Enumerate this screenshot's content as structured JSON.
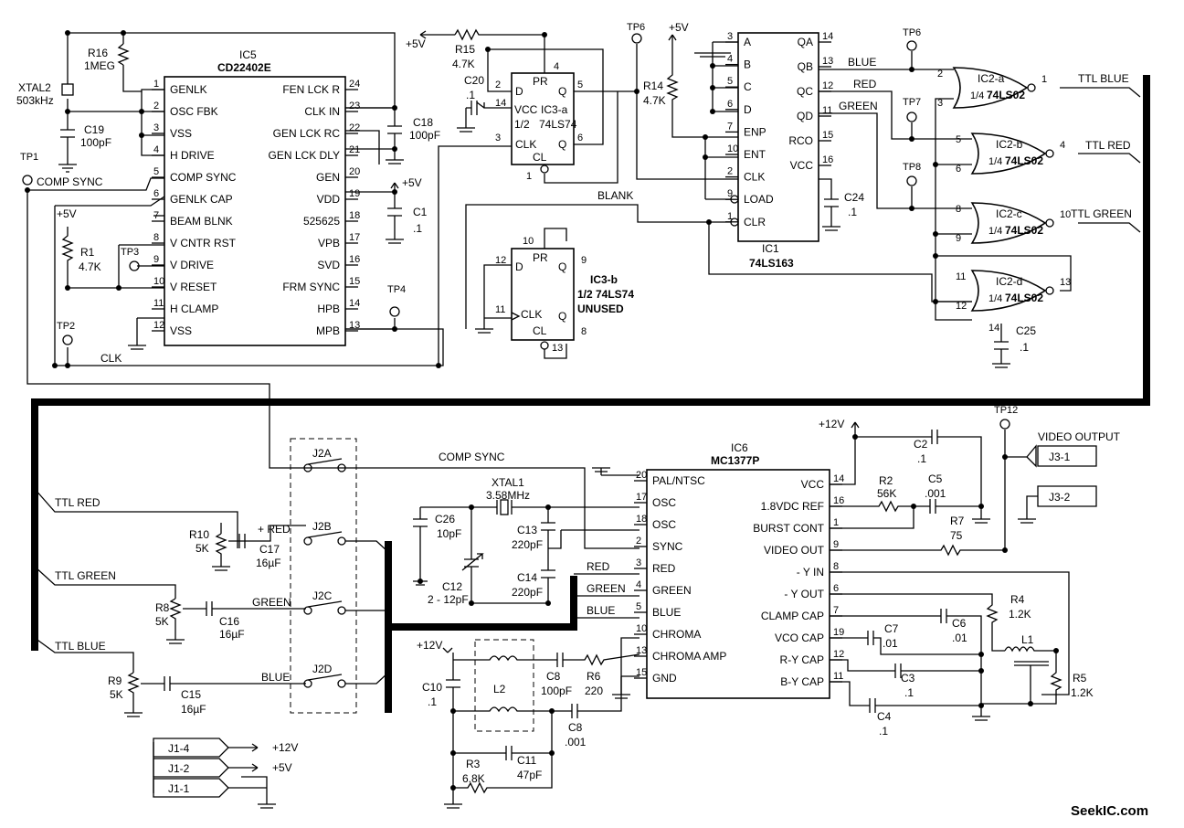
{
  "watermark": "SeekIC.com",
  "ic5": {
    "ref": "IC5",
    "part": "CD22402E",
    "left_pins": [
      {
        "n": "1",
        "l": "GENLK"
      },
      {
        "n": "2",
        "l": "OSC FBK"
      },
      {
        "n": "3",
        "l": "VSS"
      },
      {
        "n": "4",
        "l": "H DRIVE"
      },
      {
        "n": "5",
        "l": "COMP SYNC"
      },
      {
        "n": "6",
        "l": "GENLK CAP"
      },
      {
        "n": "7",
        "l": "BEAM BLNK"
      },
      {
        "n": "8",
        "l": "V CNTR RST"
      },
      {
        "n": "9",
        "l": "V DRIVE"
      },
      {
        "n": "10",
        "l": "V RESET"
      },
      {
        "n": "11",
        "l": "H CLAMP"
      },
      {
        "n": "12",
        "l": "VSS"
      }
    ],
    "right_pins": [
      {
        "n": "24",
        "l": "FEN LCK R"
      },
      {
        "n": "23",
        "l": "CLK IN"
      },
      {
        "n": "22",
        "l": "GEN LCK RC"
      },
      {
        "n": "21",
        "l": "GEN LCK DLY"
      },
      {
        "n": "20",
        "l": "GEN"
      },
      {
        "n": "19",
        "l": "VDD"
      },
      {
        "n": "18",
        "l": "525625"
      },
      {
        "n": "17",
        "l": "VPB"
      },
      {
        "n": "16",
        "l": "SVD"
      },
      {
        "n": "15",
        "l": "FRM SYNC"
      },
      {
        "n": "14",
        "l": "HPB"
      },
      {
        "n": "13",
        "l": "MPB"
      }
    ]
  },
  "ic1": {
    "ref": "IC1",
    "part": "74LS163",
    "left_pins": [
      {
        "n": "3",
        "l": "A"
      },
      {
        "n": "4",
        "l": "B"
      },
      {
        "n": "5",
        "l": "C"
      },
      {
        "n": "6",
        "l": "D"
      },
      {
        "n": "7",
        "l": "ENP"
      },
      {
        "n": "10",
        "l": "ENT"
      },
      {
        "n": "2",
        "l": "CLK"
      },
      {
        "n": "9",
        "l": "LOAD"
      },
      {
        "n": "1",
        "l": "CLR"
      }
    ],
    "right_pins": [
      {
        "n": "14",
        "l": "QA"
      },
      {
        "n": "13",
        "l": "QB"
      },
      {
        "n": "12",
        "l": "QC"
      },
      {
        "n": "11",
        "l": "QD"
      },
      {
        "n": "15",
        "l": "RCO"
      },
      {
        "n": "16",
        "l": "VCC"
      }
    ]
  },
  "ic6": {
    "ref": "IC6",
    "part": "MC1377P",
    "left_pins": [
      {
        "n": "20",
        "l": "PAL/NTSC"
      },
      {
        "n": "17",
        "l": "OSC"
      },
      {
        "n": "18",
        "l": "OSC"
      },
      {
        "n": "2",
        "l": "SYNC"
      },
      {
        "n": "3",
        "l": "RED"
      },
      {
        "n": "4",
        "l": "GREEN"
      },
      {
        "n": "5",
        "l": "BLUE"
      },
      {
        "n": "10",
        "l": "CHROMA"
      },
      {
        "n": "13",
        "l": "CHROMA AMP"
      },
      {
        "n": "15",
        "l": "GND"
      }
    ],
    "right_pins": [
      {
        "n": "14",
        "l": "VCC"
      },
      {
        "n": "16",
        "l": "1.8VDC REF"
      },
      {
        "n": "1",
        "l": "BURST CONT"
      },
      {
        "n": "9",
        "l": "VIDEO OUT"
      },
      {
        "n": "8",
        "l": "- Y IN"
      },
      {
        "n": "6",
        "l": "- Y OUT"
      },
      {
        "n": "7",
        "l": "CLAMP CAP"
      },
      {
        "n": "19",
        "l": "VCO CAP"
      },
      {
        "n": "12",
        "l": "R-Y CAP"
      },
      {
        "n": "11",
        "l": "B-Y CAP"
      }
    ]
  },
  "ic3a": {
    "ref": "IC3-a",
    "frac": "1/2",
    "part": "74LS74",
    "vcc": "VCC",
    "pins": {
      "pr": "PR",
      "d": "D",
      "q": "Q",
      "clk": "CLK",
      "qn": "Q",
      "cl": "CL"
    },
    "nums": {
      "pr": "4",
      "d": "2",
      "vcc": "14",
      "q": "5",
      "clk": "3",
      "qn": "6",
      "cl": "1"
    }
  },
  "ic3b": {
    "ref": "IC3-b",
    "frac": "1/2",
    "part": "74LS74",
    "note": "UNUSED",
    "pins": {
      "pr": "PR",
      "d": "D",
      "q": "Q",
      "clk": "CLK",
      "qn": "Q",
      "cl": "CL"
    },
    "nums": {
      "pr": "10",
      "d": "12",
      "q": "9",
      "clk": "11",
      "qn": "8",
      "cl": "13"
    }
  },
  "gates": [
    {
      "ref": "IC2-a",
      "frac": "1/4",
      "part": "74LS02",
      "in1": "2",
      "in2": "3",
      "out": "1"
    },
    {
      "ref": "IC2-b",
      "frac": "1/4",
      "part": "74LS02",
      "in1": "5",
      "in2": "6",
      "out": "4"
    },
    {
      "ref": "IC2-c",
      "frac": "1/4",
      "part": "74LS02",
      "in1": "8",
      "in2": "9",
      "out": "10"
    },
    {
      "ref": "IC2-d",
      "frac": "1/4",
      "part": "74LS02",
      "in1": "11",
      "in2": "12",
      "out": "13"
    }
  ],
  "gate_pin14": "14",
  "components": {
    "xtal2": {
      "ref": "XTAL2",
      "val": "503kHz"
    },
    "r16": {
      "ref": "R16",
      "val": "1MEG"
    },
    "c19": {
      "ref": "C19",
      "val": "100pF"
    },
    "c18": {
      "ref": "C18",
      "val": "100pF"
    },
    "c1": {
      "ref": "C1",
      "val": ".1"
    },
    "r1": {
      "ref": "R1",
      "val": "4.7K"
    },
    "r15": {
      "ref": "R15",
      "val": "4.7K"
    },
    "c20": {
      "ref": "C20",
      "val": ".1"
    },
    "r14": {
      "ref": "R14",
      "val": "4.7K"
    },
    "c24": {
      "ref": "C24",
      "val": ".1"
    },
    "c25": {
      "ref": "C25",
      "val": ".1"
    },
    "r10": {
      "ref": "R10",
      "val": "5K"
    },
    "c17": {
      "ref": "C17",
      "val": "16µF"
    },
    "r8": {
      "ref": "R8",
      "val": "5K"
    },
    "c16": {
      "ref": "C16",
      "val": "16µF"
    },
    "r9": {
      "ref": "R9",
      "val": "5K"
    },
    "c15": {
      "ref": "C15",
      "val": "16µF"
    },
    "xtal1": {
      "ref": "XTAL1",
      "val": "3.58MHz"
    },
    "c26": {
      "ref": "C26",
      "val": "10pF"
    },
    "c13": {
      "ref": "C13",
      "val": "220pF"
    },
    "c12": {
      "ref": "C12",
      "val": "2 - 12pF"
    },
    "c14": {
      "ref": "C14",
      "val": "220pF"
    },
    "c10": {
      "ref": "C10",
      "val": ".1"
    },
    "l2": {
      "ref": "L2",
      "val": ""
    },
    "c8a": {
      "ref": "C8",
      "val": "100pF"
    },
    "r6": {
      "ref": "R6",
      "val": "220"
    },
    "c8b": {
      "ref": "C8",
      "val": ".001"
    },
    "r3": {
      "ref": "R3",
      "val": "6.8K"
    },
    "c11": {
      "ref": "C11",
      "val": "47pF"
    },
    "c2": {
      "ref": "C2",
      "val": ".1"
    },
    "r2": {
      "ref": "R2",
      "val": "56K"
    },
    "c5": {
      "ref": "C5",
      "val": ".001"
    },
    "r7": {
      "ref": "R7",
      "val": "75"
    },
    "r4": {
      "ref": "R4",
      "val": "1.2K"
    },
    "c6": {
      "ref": "C6",
      "val": ".01"
    },
    "c7": {
      "ref": "C7",
      "val": ".01"
    },
    "l1": {
      "ref": "L1",
      "val": ""
    },
    "c3": {
      "ref": "C3",
      "val": ".1"
    },
    "c4": {
      "ref": "C4",
      "val": ".1"
    },
    "r5": {
      "ref": "R5",
      "val": "1.2K"
    }
  },
  "testpoints": [
    "TP1",
    "TP2",
    "TP3",
    "TP4",
    "TP6",
    "TP6",
    "TP7",
    "TP8",
    "TP12"
  ],
  "power": {
    "p5v": "+5V",
    "p12v": "+12V"
  },
  "nets": {
    "comp_sync": "COMP SYNC",
    "clk": "CLK",
    "blank": "BLANK",
    "blue": "BLUE",
    "red": "RED",
    "green": "GREEN",
    "ttl_blue": "TTL BLUE",
    "ttl_red": "TTL RED",
    "ttl_green": "TTL GREEN",
    "red_plus": "+ RED"
  },
  "connectors": {
    "j2": [
      "J2A",
      "J2B",
      "J2C",
      "J2D"
    ],
    "j3": [
      "J3-1",
      "J3-2"
    ],
    "video_output": "VIDEO OUTPUT",
    "j1": [
      {
        "ref": "J1-4",
        "sig": "+12V"
      },
      {
        "ref": "J1-2",
        "sig": "+5V"
      },
      {
        "ref": "J1-1",
        "sig": ""
      }
    ]
  }
}
